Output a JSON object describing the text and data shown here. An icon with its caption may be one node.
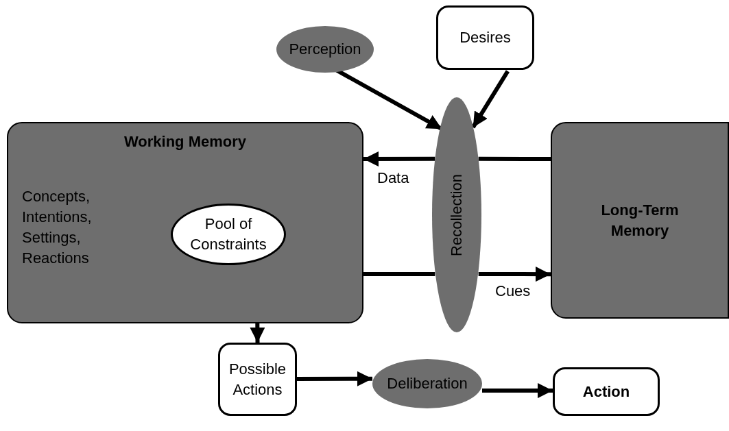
{
  "diagram": {
    "nodes": [
      {
        "text": [
          "Perception"
        ]
      },
      {
        "text": [
          "Desires"
        ]
      },
      {
        "text": [
          "Working Memory",
          "Concepts, Intentions, Settings, Reactions"
        ]
      },
      {
        "text": [
          "Pool of Constraints"
        ],
        "in": 2
      },
      {
        "text": [
          "Recollection"
        ]
      },
      {
        "text": [
          "Long-Term Memory"
        ]
      },
      {
        "text": [
          "Possible Actions"
        ]
      },
      {
        "text": [
          "Deliberation"
        ]
      },
      {
        "text": [
          "Action"
        ]
      }
    ],
    "edges": [
      {
        "from": 0,
        "to": 4,
        "arrow": "to"
      },
      {
        "from": 1,
        "to": 4,
        "arrow": "to"
      },
      {
        "from": 5,
        "to": 4,
        "arrow": "none"
      },
      {
        "from": 4,
        "to": 2,
        "arrow": "to",
        "label": "Data"
      },
      {
        "from": 2,
        "to": 4,
        "arrow": "none"
      },
      {
        "from": 4,
        "to": 5,
        "arrow": "to",
        "label": "Cues"
      },
      {
        "from": 3,
        "to": 6,
        "arrow": "to"
      },
      {
        "from": 6,
        "to": 7,
        "arrow": "to"
      },
      {
        "from": 7,
        "to": 8,
        "arrow": "to"
      }
    ]
  }
}
